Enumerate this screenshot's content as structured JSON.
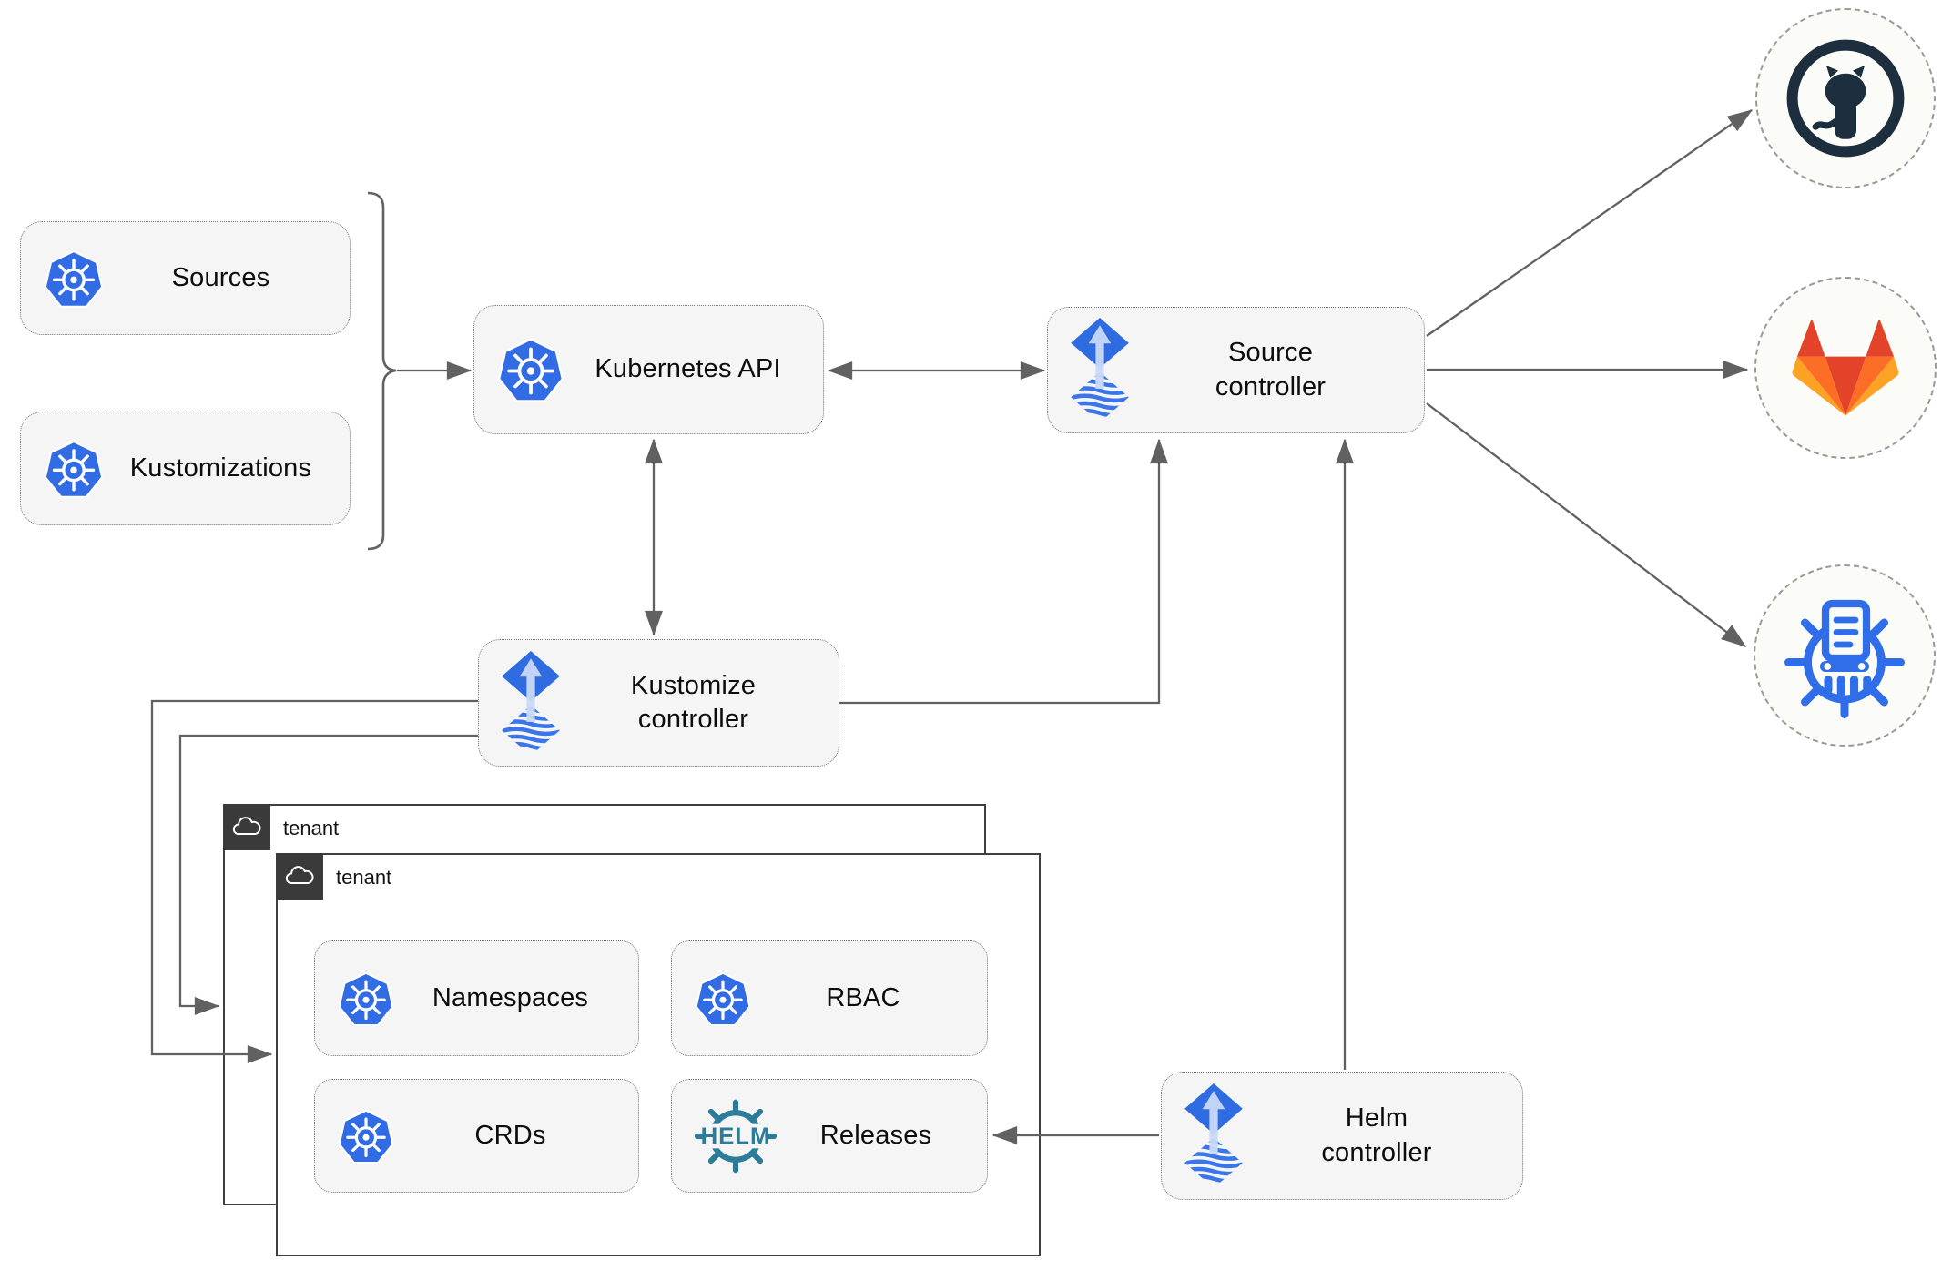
{
  "diagram": {
    "nodes": {
      "sources": {
        "label": "Sources",
        "icon": "kubernetes-icon"
      },
      "kustomizations": {
        "label": "Kustomizations",
        "icon": "kubernetes-icon"
      },
      "kubernetes_api": {
        "label": "Kubernetes API",
        "icon": "kubernetes-icon"
      },
      "source_controller": {
        "label": "Source\ncontroller",
        "icon": "flux-icon"
      },
      "kustomize_controller": {
        "label": "Kustomize\ncontroller",
        "icon": "flux-icon"
      },
      "helm_controller": {
        "label": "Helm\ncontroller",
        "icon": "flux-icon"
      },
      "namespaces": {
        "label": "Namespaces",
        "icon": "kubernetes-icon"
      },
      "rbac": {
        "label": "RBAC",
        "icon": "kubernetes-icon"
      },
      "crds": {
        "label": "CRDs",
        "icon": "kubernetes-icon"
      },
      "releases": {
        "label": "Releases",
        "icon": "helm-icon"
      }
    },
    "containers": {
      "tenant_back": {
        "label": "tenant",
        "icon": "cloud-icon"
      },
      "tenant_front": {
        "label": "tenant",
        "icon": "cloud-icon"
      }
    },
    "endpoints": {
      "github": {
        "icon": "github-icon"
      },
      "gitlab": {
        "icon": "gitlab-icon"
      },
      "chartmuseum": {
        "icon": "chartmuseum-icon"
      }
    },
    "helm_wordmark": "HELM",
    "colors": {
      "kubernetes_blue": "#326ce5",
      "flux_blue": "#2f6ce1",
      "flux_arrow_light": "#c9daf8",
      "helm_teal": "#2b7c99",
      "github_dark": "#1d2e3e",
      "gitlab_red": "#e24329",
      "gitlab_orange": "#fc6d26",
      "gitlab_light_orange": "#fca326",
      "wire_gray": "#616161",
      "node_fill": "#f5f5f5",
      "tenant_tab_dark": "#3a3a3a"
    }
  }
}
